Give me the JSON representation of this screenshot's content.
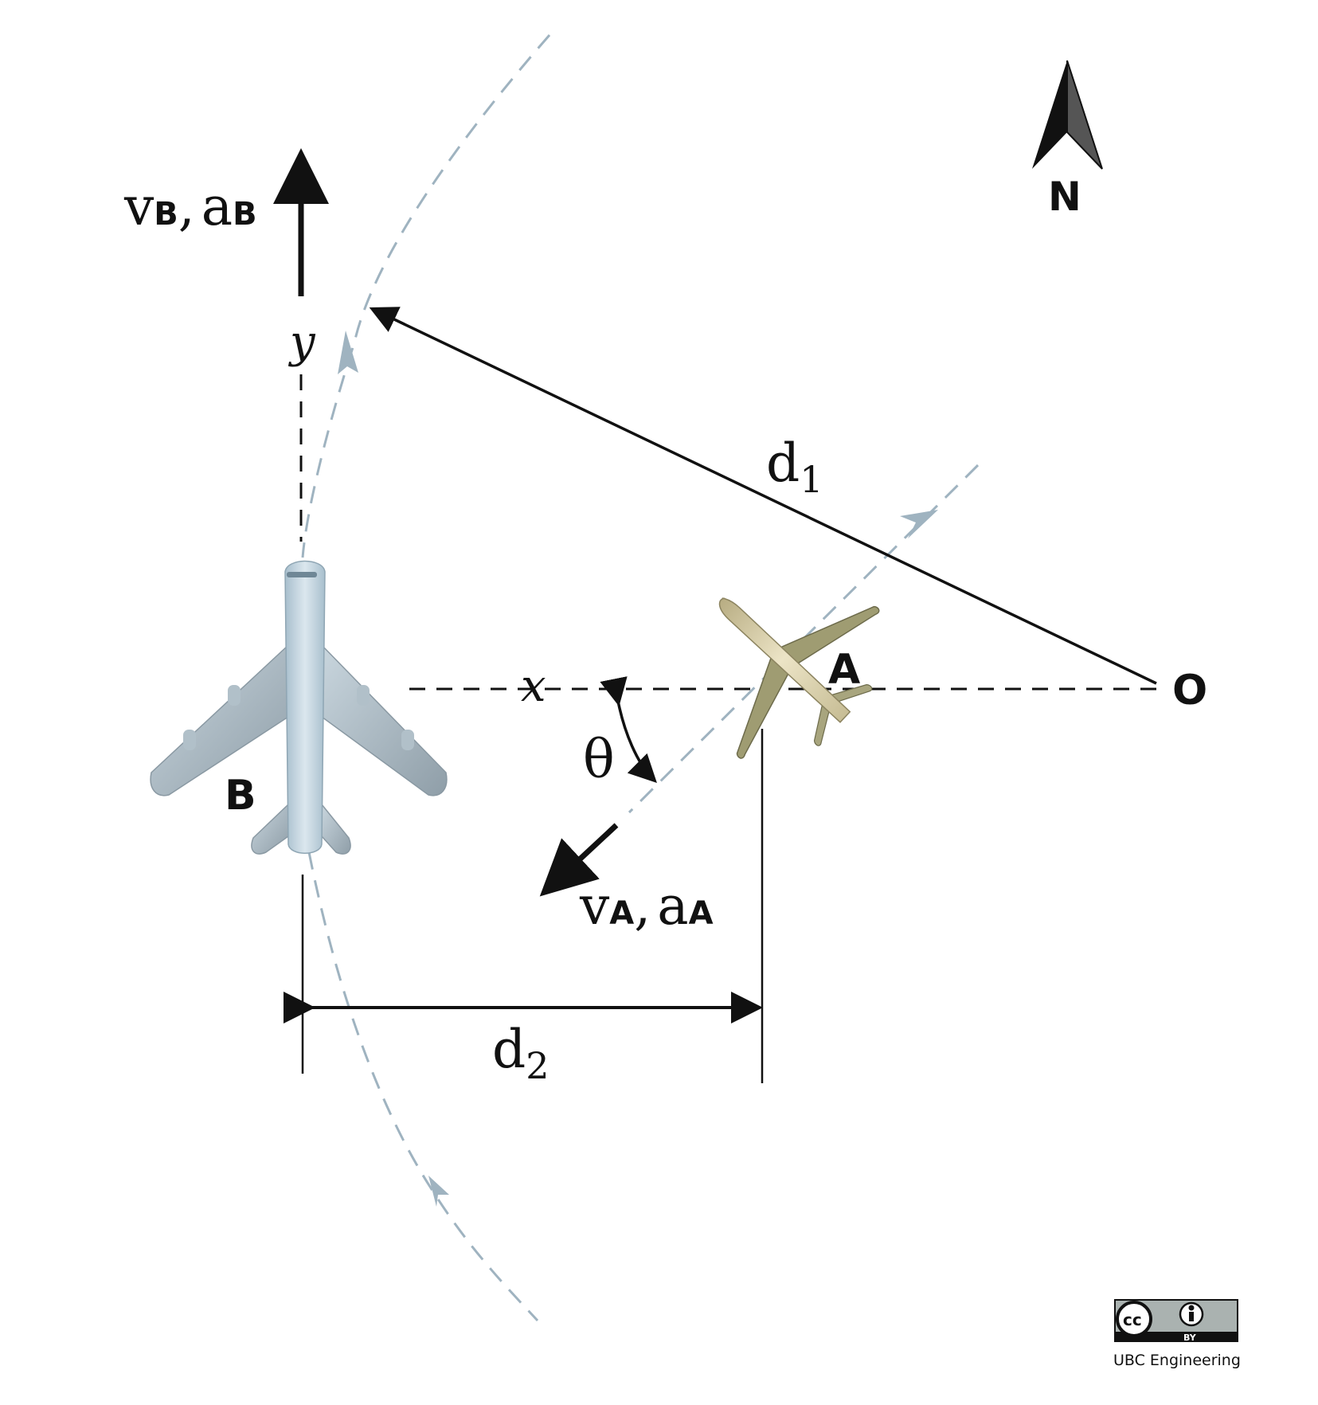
{
  "labels": {
    "vb": "v",
    "vb_sub": "B",
    "ab": "a",
    "ab_sub": "B",
    "comma": ",",
    "va": "v",
    "va_sub": "A",
    "aa": "a",
    "aa_sub": "A",
    "y_axis": "y",
    "x_axis": "x",
    "theta": "θ",
    "d1": "d",
    "d1_sub": "1",
    "d2": "d",
    "d2_sub": "2",
    "plane_a": "A",
    "plane_b": "B",
    "origin": "O",
    "north": "N"
  },
  "license": {
    "cc": "cc",
    "by": "BY",
    "credit": "UBC Engineering"
  },
  "colors": {
    "ink": "#111111",
    "path": "#9fb3c0",
    "plane_a": "#a8a57e",
    "plane_b": "#b9ccd8"
  }
}
